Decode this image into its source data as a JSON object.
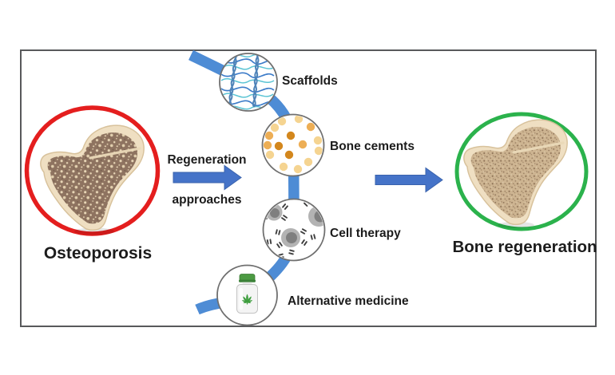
{
  "figure": {
    "type": "flow-diagram",
    "title_implicit": "Regeneration approaches for osteoporotic bone",
    "nodes": {
      "osteoporosis": {
        "label": "Osteoporosis",
        "ring": "red"
      },
      "bone_regeneration": {
        "label": "Bone regeneration",
        "ring": "green"
      }
    },
    "arrow_label": {
      "line1": "Regeneration",
      "line2": "approaches"
    },
    "approaches": [
      {
        "label": "Scaffolds",
        "icon": "scaffold-mesh-icon"
      },
      {
        "label": "Bone cements",
        "icon": "cement-granules-icon"
      },
      {
        "label": "Cell therapy",
        "icon": "cells-icon"
      },
      {
        "label": "Alternative medicine",
        "icon": "cannabis-bottle-icon"
      }
    ]
  },
  "colors": {
    "page_bg": "#ffffff",
    "frame_border": "#58595b",
    "label_text": "#1c1c1c",
    "osteoporosis_ring": "#e41e1e",
    "regeneration_ring": "#2bb24c",
    "arrow_blue": "#4573c8",
    "connector_blue": "#4e8cd5",
    "node_circle_stroke": "#6f6f6f",
    "bone_cortical": "#efdfc2",
    "bone_cortical_edge": "#d8c29c",
    "osteo_interior": "#8e7360",
    "healthy_interior": "#cdb491",
    "scaffold_teal": "#5bc4d4",
    "scaffold_blue": "#3d7cc9",
    "scaffold_chain": "#4e83b8",
    "cement_light": "#f5d491",
    "cement_medium": "#edae55",
    "cement_dark": "#d3871d",
    "cell_body": "#b3b3b3",
    "cell_nucleus": "#7f7f7f",
    "cell_dash": "#3f3f3f",
    "bottle_cap": "#4c9a43",
    "leaf_green": "#3e9e3e"
  }
}
